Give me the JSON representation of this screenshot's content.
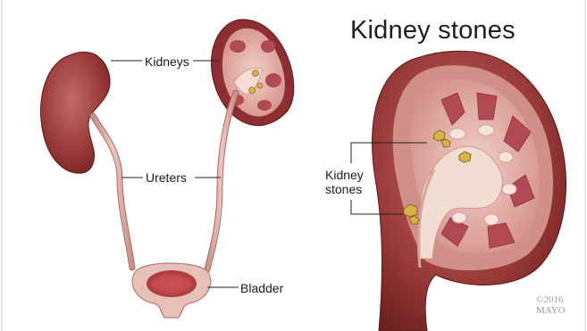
{
  "title": "Kidney stones",
  "labels": {
    "kidneys": "Kidneys",
    "ureters": "Ureters",
    "bladder": "Bladder",
    "kidney_stones_line1": "Kidney",
    "kidney_stones_line2": "stones"
  },
  "copyright": {
    "year": "©2016",
    "org": "MAYO"
  },
  "colors": {
    "kidney_outer": "#8e2f2e",
    "kidney_inner": "#d89a93",
    "pyramid": "#b24a55",
    "stone": "#d9b24a",
    "ureter": "#d7a49c",
    "background": "#ffffff"
  }
}
